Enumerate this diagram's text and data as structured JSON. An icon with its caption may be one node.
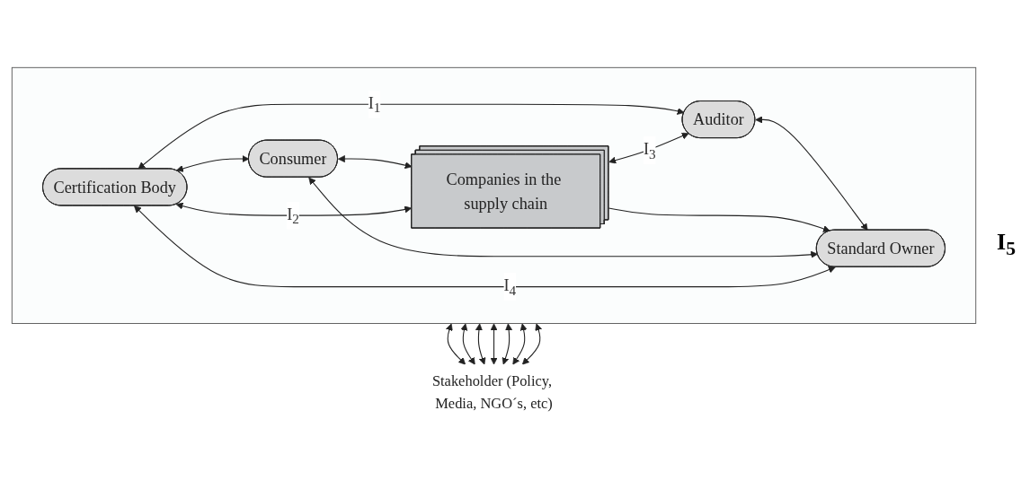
{
  "diagram": {
    "nodes": [
      {
        "text": [],
        "shape": "box"
      },
      {
        "text": [
          "Certification Body"
        ],
        "in": 0
      },
      {
        "text": [
          "Auditor"
        ],
        "in": 0
      },
      {
        "text": [
          "Companies in the supply chain"
        ],
        "in": 0
      },
      {
        "text": [
          "Consumer"
        ],
        "in": 0
      },
      {
        "text": [
          "Standard Owner"
        ],
        "in": 0
      },
      {
        "text": [
          "Stakeholder (Policy, Media, NGO´s, etc)"
        ]
      }
    ],
    "edges": [
      {
        "from": 1,
        "to": 2,
        "arrow": "both",
        "label": "I$_{1}$"
      },
      {
        "from": 5,
        "to": 1,
        "arrow": "both",
        "label": "I$_{4}$"
      },
      {
        "from": 3,
        "to": 1,
        "arrow": "both",
        "label": "I$_{2}$"
      },
      {
        "from": 3,
        "to": 2,
        "arrow": "both",
        "label": "I$_{3}$"
      },
      {
        "from": 1,
        "to": 4,
        "arrow": "both"
      },
      {
        "from": 2,
        "to": 5,
        "arrow": "both"
      },
      {
        "from": 4,
        "to": 3,
        "arrow": "both"
      },
      {
        "from": 3,
        "to": 5,
        "arrow": "to"
      },
      {
        "from": 4,
        "to": 5,
        "arrow": "both"
      },
      {
        "from": 0,
        "to": 6,
        "arrow": "both"
      },
      {
        "from": 0,
        "to": 6,
        "arrow": "both"
      },
      {
        "from": 0,
        "to": 6,
        "arrow": "both"
      },
      {
        "from": 0,
        "to": 6,
        "arrow": "both"
      },
      {
        "from": 0,
        "to": 6,
        "arrow": "both"
      },
      {
        "from": 0,
        "to": 6,
        "arrow": "both"
      },
      {
        "from": 0,
        "to": 6,
        "arrow": "both"
      }
    ],
    "labels": [
      "I$_{5}$"
    ]
  }
}
